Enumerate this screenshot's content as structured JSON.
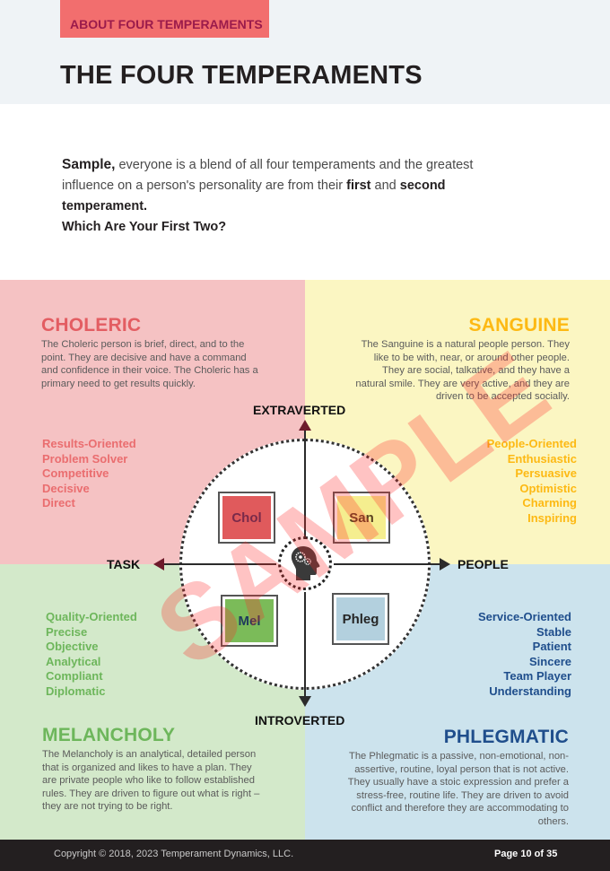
{
  "header": {
    "section_tab": "ABOUT FOUR TEMPERAMENTS",
    "title": "THE FOUR TEMPERAMENTS"
  },
  "intro": {
    "lead": "Sample,",
    "text1": " everyone is a blend of all four temperaments and the greatest influence on a person's personality are from their ",
    "bold1": "first",
    "text2": " and ",
    "bold2": "second temperament.",
    "question": "Which Are Your First Two?"
  },
  "diagram": {
    "axes": {
      "top": "EXTRAVERTED",
      "bottom": "INTROVERTED",
      "left": "TASK",
      "right": "PEOPLE"
    },
    "center_icon": "head-with-gears-icon",
    "boxes": {
      "chol": "Chol",
      "san": "San",
      "mel": "Mel",
      "phleg": "Phleg"
    },
    "watermark": "SAMPLE"
  },
  "temperaments": {
    "choleric": {
      "name": "CHOLERIC",
      "color": "#e35d62",
      "description": "The Choleric  person is brief, direct, and to the point. They are decisive and have a command and confidence in their voice. The Choleric has a primary need to get results quickly.",
      "traits": [
        "Results-Oriented",
        "Problem Solver",
        "Competitive",
        "Decisive",
        "Direct"
      ]
    },
    "sanguine": {
      "name": "SANGUINE",
      "color": "#fdb913",
      "description": "The Sanguine is a natural people person. They like to be with, near, or around other people. They are social, talkative, and they have a natural smile. They are very active, and they are driven to be accepted socially.",
      "traits": [
        "People-Oriented",
        "Enthusiastic",
        "Persuasive",
        "Optimistic",
        "Charming",
        "Inspiring"
      ]
    },
    "melancholy": {
      "name": "MELANCHOLY",
      "color": "#6db65b",
      "description": "The Melancholy is an analytical, detailed person that is organized and likes to have a plan. They are private people who like to follow established rules. They are driven to figure out what is right – they are not trying to be right.",
      "traits": [
        "Quality-Oriented",
        "Precise",
        "Objective",
        "Analytical",
        "Compliant",
        "Diplomatic"
      ]
    },
    "phlegmatic": {
      "name": "PHLEGMATIC",
      "color": "#1f4e8c",
      "description": "The Phlegmatic is a passive, non-emotional, non-assertive, routine, loyal person that is not active. They usually have a stoic expression and prefer a stress-free, routine life. They are driven to avoid conflict and  therefore they are accommodating to others.",
      "traits": [
        "Service-Oriented",
        "Stable",
        "Patient",
        "Sincere",
        "Team Player",
        "Understanding"
      ]
    }
  },
  "footer": {
    "copyright": "Copyright © 2018, 2023 Temperament Dynamics, LLC.",
    "page": "Page 10 of 35"
  }
}
